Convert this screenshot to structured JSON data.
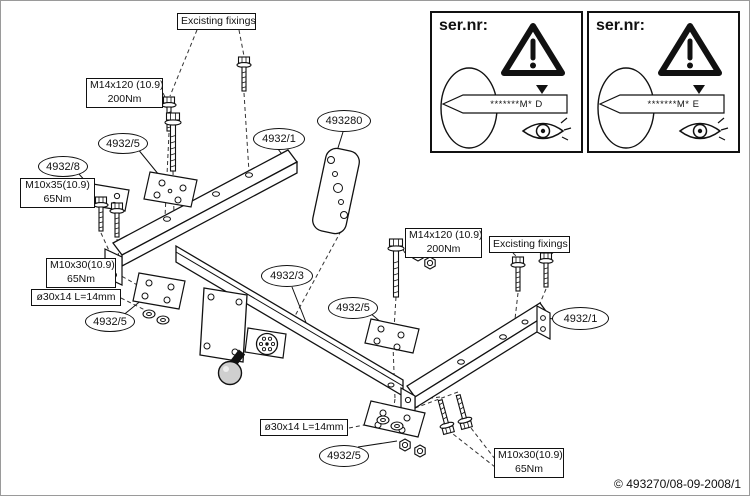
{
  "doc": {
    "copyright": "© 493270/08-09-2008/1"
  },
  "sernr": {
    "label": "ser.nr:",
    "code_d": "*******M* D",
    "code_e": "*******M* E"
  },
  "parts": {
    "crossmember": "4932/1",
    "centerbar": "4932/3",
    "plate": "4932/5",
    "plate8": "4932/8",
    "socket_bracket": "493280"
  },
  "fasteners": {
    "existing_fixings": "Excisting fixings",
    "m14_bolt": "M14x120 (10.9)",
    "m14_torque": "200Nm",
    "m10x35_bolt": "M10x35(10.9)",
    "m10x30_bolt": "M10x30(10.9)",
    "m10_torque": "65Nm",
    "spacer": "ø30x14 L=14mm"
  }
}
